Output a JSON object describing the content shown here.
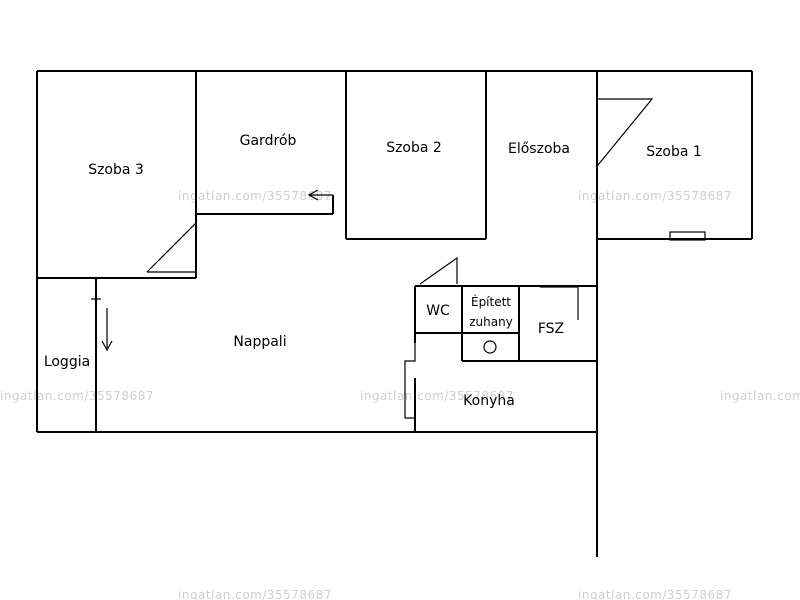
{
  "rooms": {
    "szoba3": "Szoba 3",
    "gardrob": "Gardrób",
    "szoba2": "Szoba 2",
    "eloszoba": "Előszoba",
    "szoba1": "Szoba 1",
    "nappali": "Nappali",
    "loggia": "Loggia",
    "wc": "WC",
    "zuhany_line1": "Épített",
    "zuhany_line2": "zuhany",
    "fsz": "FSZ",
    "konyha": "Konyha"
  },
  "watermark": "ingatlan.com/35578687",
  "colors": {
    "wall": "#000000",
    "watermark": "#cfcfcf",
    "background": "#ffffff"
  }
}
